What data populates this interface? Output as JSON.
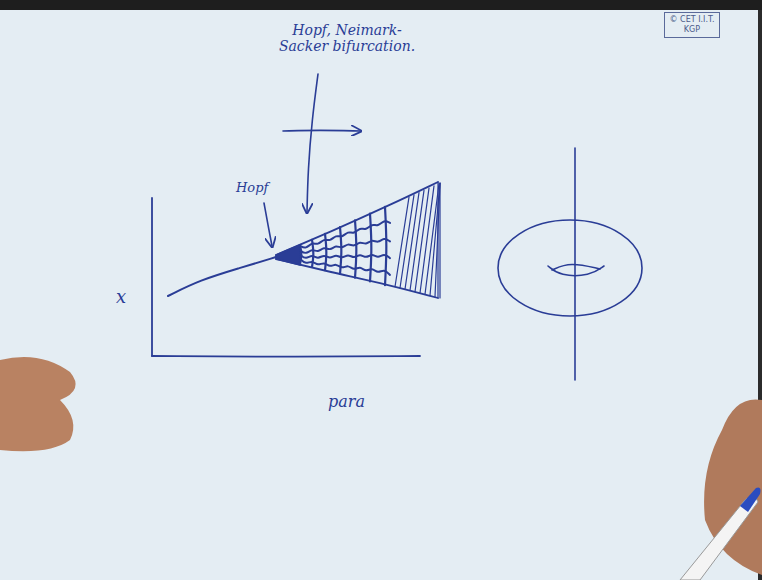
{
  "diagram": {
    "nodes": [
      {
        "text": [
          "© CET I.I.T. KGP"
        ]
      }
    ],
    "labels": [
      "Hopf, Neimark-Sacker bifurcation.",
      "Hopf",
      "x",
      "para"
    ]
  }
}
